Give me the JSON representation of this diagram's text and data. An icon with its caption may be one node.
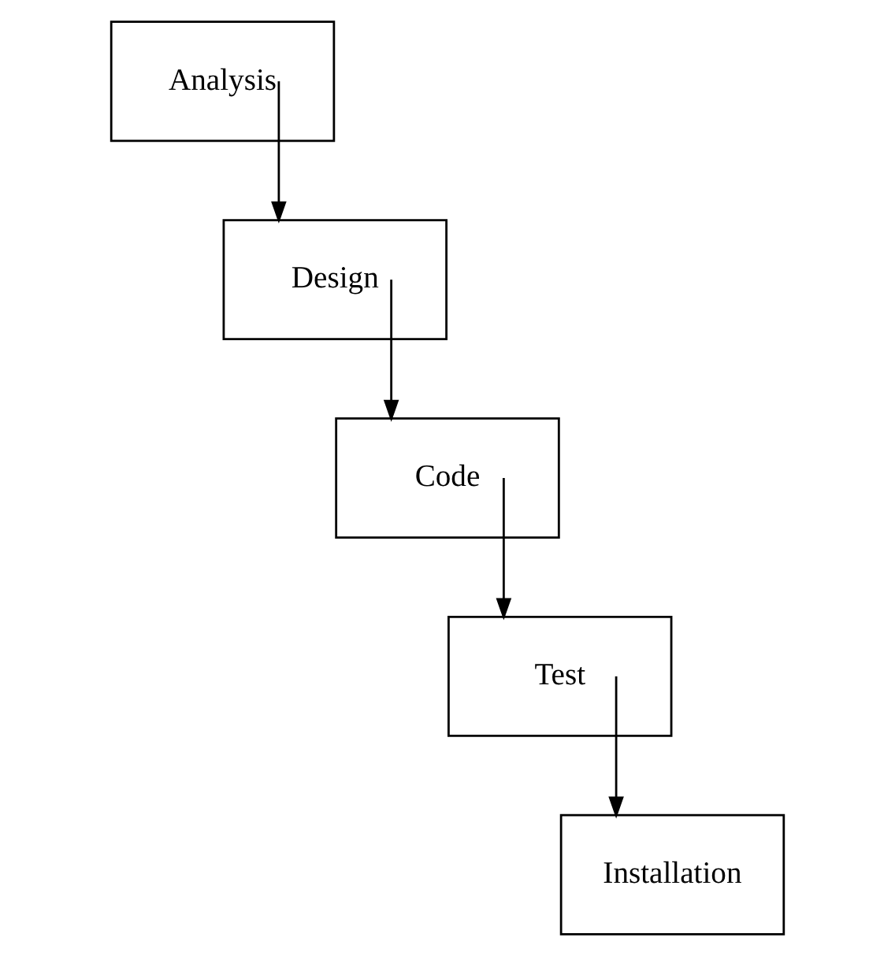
{
  "diagram": {
    "nodes": [
      {
        "text": [
          "Analysis"
        ]
      },
      {
        "text": [
          "Design"
        ]
      },
      {
        "text": [
          "Code"
        ]
      },
      {
        "text": [
          "Test"
        ]
      },
      {
        "text": [
          "Installation"
        ]
      }
    ],
    "edges": [
      {
        "from": 0,
        "to": 1,
        "arrow": "to"
      },
      {
        "from": 1,
        "to": 2,
        "arrow": "to"
      },
      {
        "from": 2,
        "to": 3,
        "arrow": "to"
      },
      {
        "from": 3,
        "to": 4,
        "arrow": "to"
      }
    ]
  }
}
